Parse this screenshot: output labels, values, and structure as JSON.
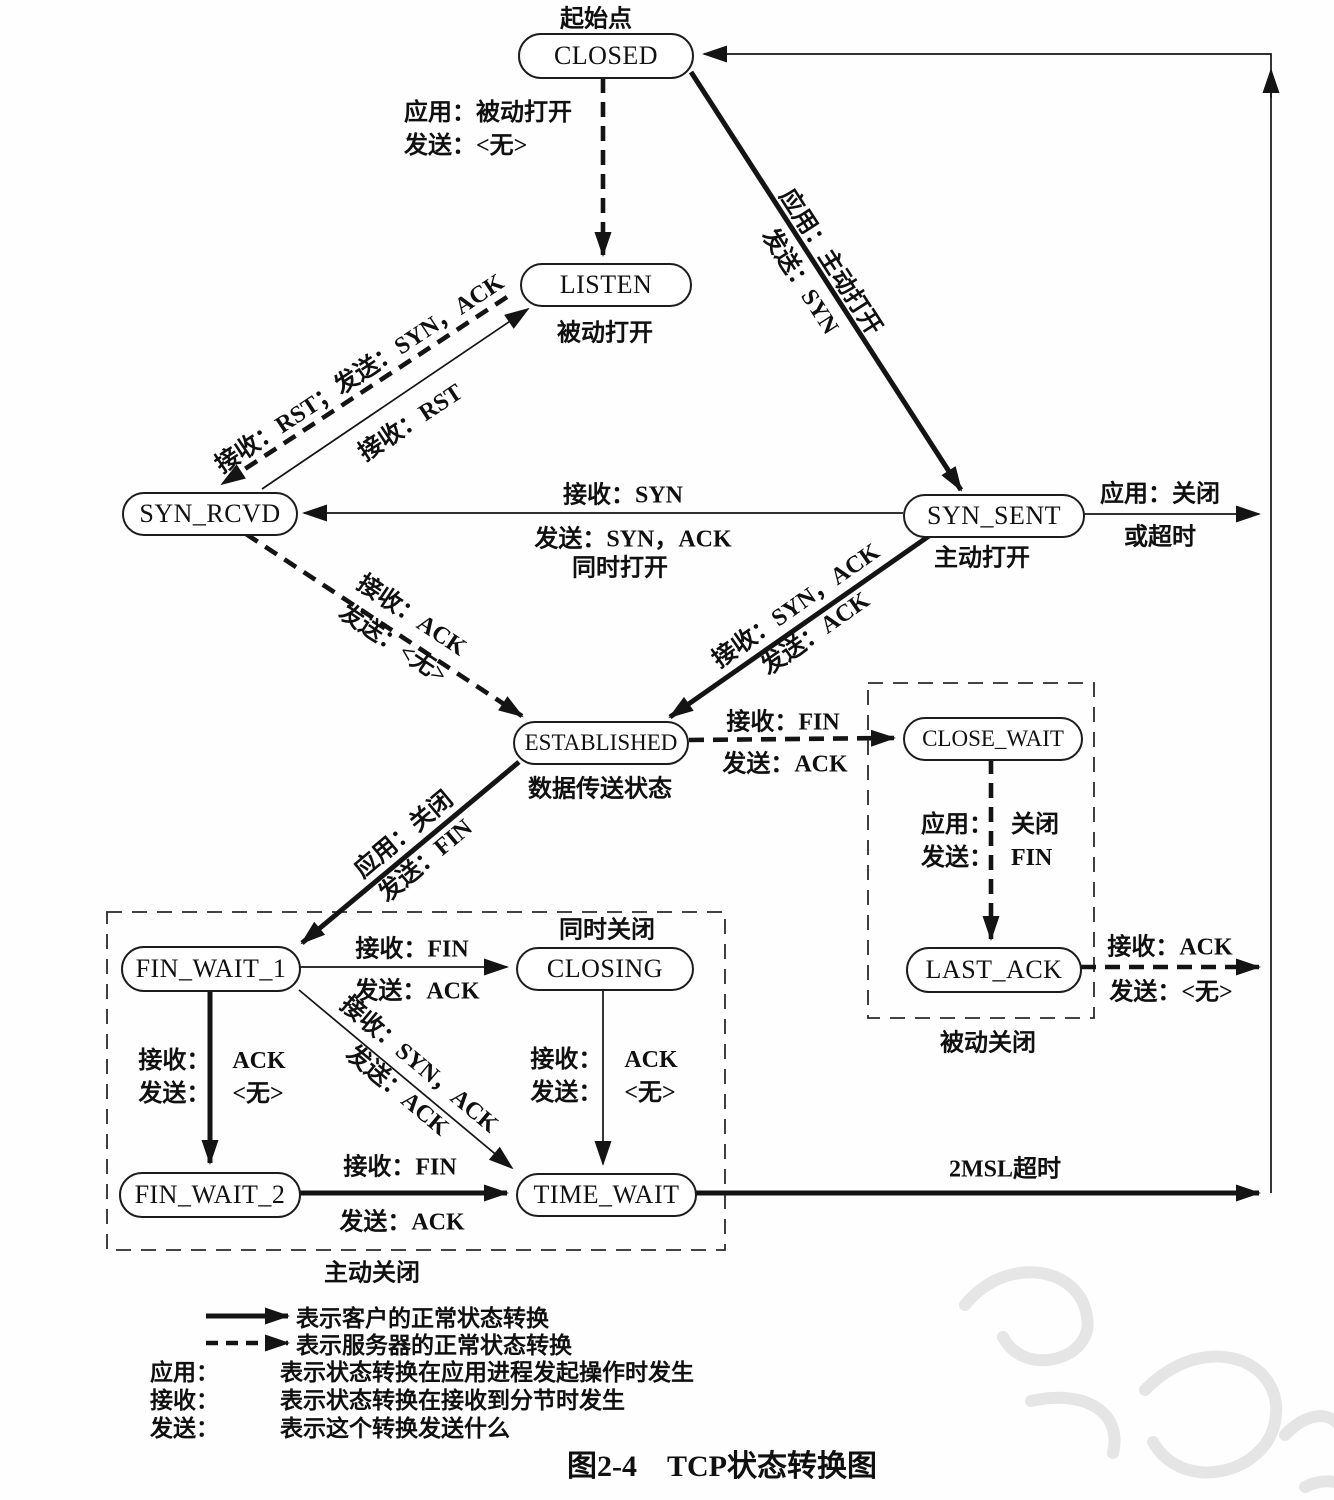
{
  "colors": {
    "ink": "#141414",
    "watermark": "#d9d9d9"
  },
  "figure": {
    "start_label": "起始点",
    "caption": "图2-4　TCP状态转换图"
  },
  "states": {
    "closed": "CLOSED",
    "listen": "LISTEN",
    "syn_rcvd": "SYN_RCVD",
    "syn_sent": "SYN_SENT",
    "established": "ESTABLISHED",
    "close_wait": "CLOSE_WAIT",
    "last_ack": "LAST_ACK",
    "fin_wait_1": "FIN_WAIT_1",
    "closing": "CLOSING",
    "fin_wait_2": "FIN_WAIT_2",
    "time_wait": "TIME_WAIT"
  },
  "state_notes": {
    "listen": "被动打开",
    "syn_sent": "主动打开",
    "established": "数据传送状态",
    "closing": "同时关闭"
  },
  "groups": {
    "passive_close": "被动关闭",
    "active_close": "主动关闭"
  },
  "edges": {
    "closed_listen": {
      "l1": "应用：被动打开",
      "l2": "发送：<无>"
    },
    "closed_syn_sent": {
      "l1": "应用：主动打开",
      "l2": "发送：SYN"
    },
    "listen_syn_rcvd": {
      "l1": "接收：RST；发送：SYN，ACK"
    },
    "syn_rcvd_listen": {
      "l1": "接收：RST"
    },
    "syn_sent_syn_rcvd": {
      "l1": "接收：SYN",
      "l2": "发送：SYN，ACK",
      "l3": "同时打开"
    },
    "syn_rcvd_established": {
      "l1": "接收：ACK",
      "l2": "发送：<无>"
    },
    "syn_sent_established": {
      "l1": "接收：SYN，ACK",
      "l2": "发送：ACK"
    },
    "syn_sent_closed": {
      "l1": "应用：关闭",
      "l2": "或超时"
    },
    "established_close_wait": {
      "l1": "接收：FIN",
      "l2": "发送：ACK"
    },
    "established_fin_wait_1": {
      "l1": "应用：关闭",
      "l2": "发送：FIN"
    },
    "close_wait_last_ack": {
      "k1": "应用：",
      "v1": "关闭",
      "k2": "发送：",
      "v2": "FIN"
    },
    "last_ack_closed": {
      "l1": "接收：ACK",
      "l2": "发送：<无>"
    },
    "fin_wait_1_closing": {
      "l1": "接收：FIN",
      "l2": "发送：ACK"
    },
    "fin_wait_1_fin_wait_2": {
      "k1": "接收：",
      "v1": "ACK",
      "k2": "发送：",
      "v2": "<无>"
    },
    "fin_wait_1_time_wait": {
      "l1": "接收：SYN，ACK",
      "l2": "发送：ACK"
    },
    "closing_time_wait": {
      "k1": "接收：",
      "v1": "ACK",
      "k2": "发送：",
      "v2": "<无>"
    },
    "fin_wait_2_time_wait": {
      "l1": "接收：FIN",
      "l2": "发送：ACK"
    },
    "time_wait_closed": {
      "l1": "2MSL超时"
    }
  },
  "legend": {
    "client": "表示客户的正常状态转换",
    "server": "表示服务器的正常状态转换",
    "app_key": "应用：",
    "app": "表示状态转换在应用进程发起操作时发生",
    "recv_key": "接收：",
    "recv": "表示状态转换在接收到分节时发生",
    "send_key": "发送：",
    "send": "表示这个转换发送什么"
  }
}
